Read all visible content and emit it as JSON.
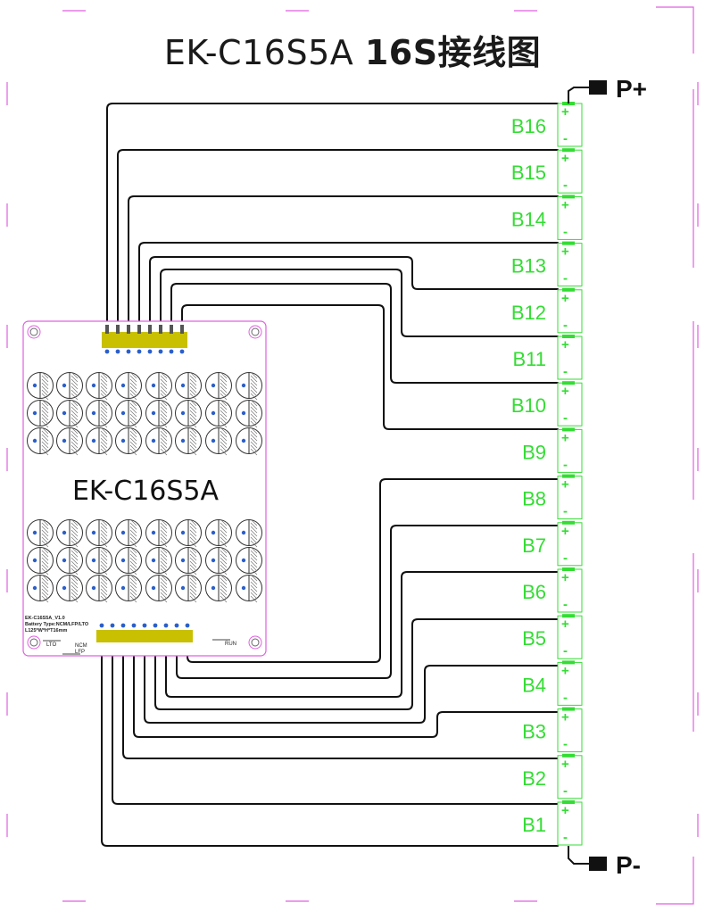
{
  "title": {
    "model": "EK-C16S5A",
    "suffix": "16S接线图"
  },
  "terminals": {
    "positive": "P+",
    "negative": "P-"
  },
  "batteries": [
    "B16",
    "B15",
    "B14",
    "B13",
    "B12",
    "B11",
    "B10",
    "B9",
    "B8",
    "B7",
    "B6",
    "B5",
    "B4",
    "B3",
    "B2",
    "B1"
  ],
  "cell_signs": {
    "plus": "+",
    "minus": "-"
  },
  "board": {
    "name": "EK-C16S5A",
    "info_lines": [
      "EK-C16S5A_V1.0",
      "Battery Type:NCM/LFP/LTO",
      "L125*W*H*T16mm"
    ],
    "mode_labels": {
      "lto": "LTO",
      "ncm": "NCM",
      "lfp": "LFP",
      "run": "RUN"
    }
  },
  "colors": {
    "cell": "#33dd33",
    "board_outline": "#e060e0",
    "connector": "#c8c000",
    "border_marks": "#e060e0",
    "wire": "#111111"
  }
}
